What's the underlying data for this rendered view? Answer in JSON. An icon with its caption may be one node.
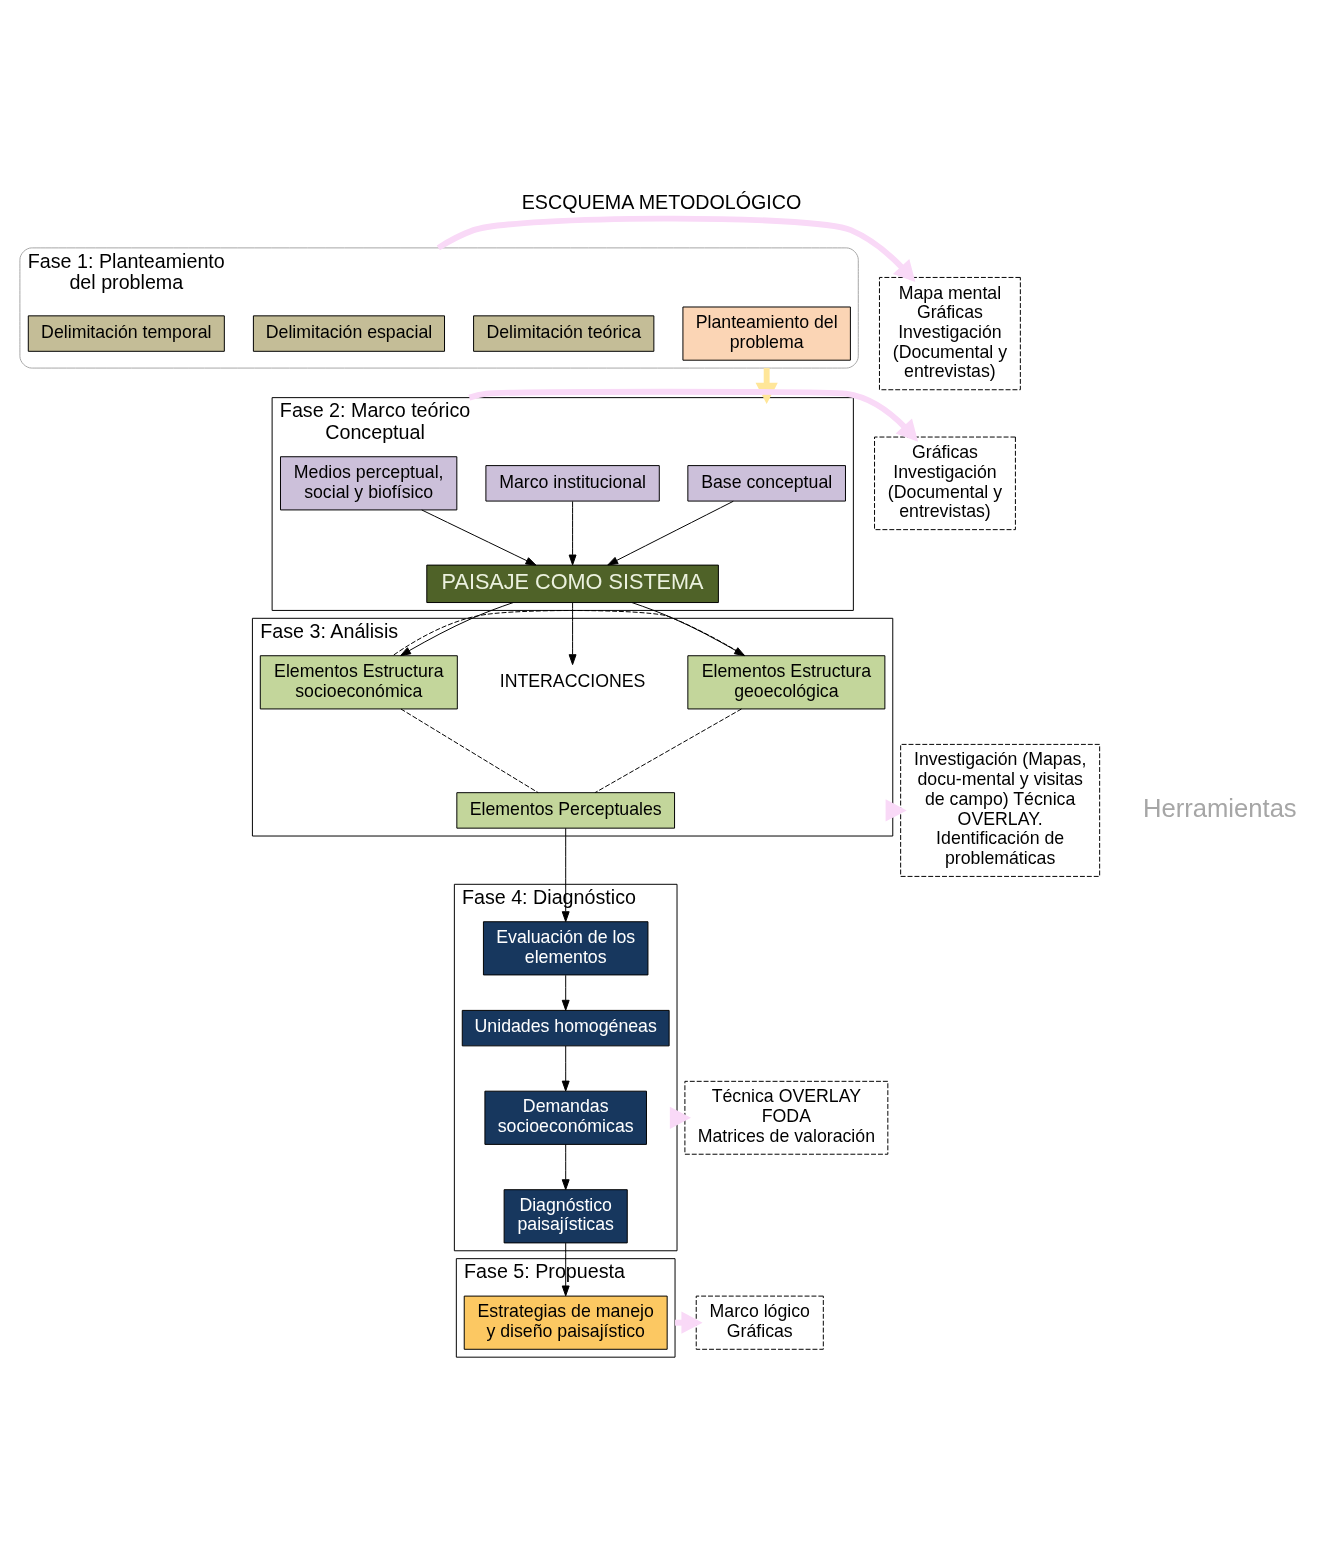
{
  "diagram": {
    "title": "ESCQUEMA METODOLÓGICO",
    "nodes": [
      {
        "text": [
          "Fase 1: Planteamiento del problema"
        ]
      },
      {
        "text": [
          "Planteamiento del problema"
        ],
        "in": 0
      },
      {
        "text": [
          "Delimitación teórica"
        ],
        "in": 0
      },
      {
        "text": [
          "Delimitación espacial"
        ],
        "in": 0
      },
      {
        "text": [
          "Delimitación temporal"
        ],
        "in": 0
      },
      {
        "text": [
          "Fase 2: Marco teórico Conceptual"
        ]
      },
      {
        "text": [
          "Base conceptual"
        ],
        "in": 5
      },
      {
        "text": [
          "Marco institucional"
        ],
        "in": 5
      },
      {
        "text": [
          "Medios perceptual, social y biofísico"
        ],
        "in": 5
      },
      {
        "text": [
          "PAISAJE COMO SISTEMA"
        ],
        "in": 5
      },
      {
        "text": [
          "Fase 3: Análisis"
        ]
      },
      {
        "text": [
          "Elementos Estructura geoecológica"
        ],
        "in": 10
      },
      {
        "text": [
          "INTERACCIONES"
        ],
        "in": 10
      },
      {
        "text": [
          "Elementos Perceptuales"
        ],
        "in": 10
      },
      {
        "text": [
          "Elementos Estructura socioeconómica"
        ],
        "in": 10
      },
      {
        "text": [
          "Fase 4: Diagnóstico"
        ]
      },
      {
        "text": [
          "Evaluación de los elementos"
        ],
        "in": 15
      },
      {
        "text": [
          "Unidades homogéneas"
        ],
        "in": 15
      },
      {
        "text": [
          "Demandas socioeconómicas"
        ],
        "in": 15
      },
      {
        "text": [
          "Diagnóstico paisajísticas"
        ],
        "in": 15
      },
      {
        "text": [
          "Fase 5: Propuesta"
        ]
      },
      {
        "text": [
          "Estrategias de manejo y diseño paisajístico"
        ],
        "in": 20
      },
      {
        "text": [
          "Mapa mental",
          "Gráficas",
          "Investigación (Documental y entrevistas)"
        ]
      },
      {
        "text": [
          "Gráficas",
          "Investigación (Documental y entrevistas)"
        ]
      },
      {
        "text": [
          "Investigación (Mapas, docu-mental y visitas de campo) Técnica OVERLAY. Identificación de problemáticas"
        ]
      },
      {
        "text": [
          "Técnica OVERLAY",
          "FODA",
          "Matrices de valoración"
        ]
      },
      {
        "text": [
          "Marco lógico",
          "Gráficas"
        ]
      }
    ],
    "edges": [
      {
        "from": 0,
        "to": 5,
        "arrow": "to",
        "style": "thick",
        "color": "#ffe699"
      },
      {
        "from": 6,
        "to": 9,
        "arrow": "to"
      },
      {
        "from": 7,
        "to": 9,
        "arrow": "to"
      },
      {
        "from": 8,
        "to": 9,
        "arrow": "to"
      },
      {
        "from": 9,
        "to": 11,
        "arrow": "to"
      },
      {
        "from": 9,
        "to": 12,
        "arrow": "to"
      },
      {
        "from": 9,
        "to": 14,
        "arrow": "to"
      },
      {
        "from": 11,
        "to": 14,
        "arrow": "none",
        "style": "dashed"
      },
      {
        "from": 11,
        "to": 13,
        "arrow": "none",
        "style": "dashed"
      },
      {
        "from": 14,
        "to": 13,
        "arrow": "none",
        "style": "dashed"
      },
      {
        "from": 13,
        "to": 16,
        "arrow": "to"
      },
      {
        "from": 16,
        "to": 17,
        "arrow": "to"
      },
      {
        "from": 17,
        "to": 18,
        "arrow": "to"
      },
      {
        "from": 18,
        "to": 19,
        "arrow": "to"
      },
      {
        "from": 19,
        "to": 21,
        "arrow": "to"
      },
      {
        "from": 0,
        "to": 22,
        "arrow": "to",
        "style": "thick",
        "color": "#f9d9f7"
      },
      {
        "from": 5,
        "to": 23,
        "arrow": "to",
        "style": "thick",
        "color": "#f9d9f7"
      },
      {
        "from": 10,
        "to": 24,
        "arrow": "to",
        "style": "thick",
        "color": "#f9d9f7"
      },
      {
        "from": 15,
        "to": 25,
        "arrow": "to",
        "style": "thick",
        "color": "#f9d9f7"
      },
      {
        "from": 20,
        "to": 26,
        "arrow": "to",
        "style": "thick",
        "color": "#f9d9f7"
      }
    ],
    "labels": [
      "Herramientas"
    ]
  }
}
